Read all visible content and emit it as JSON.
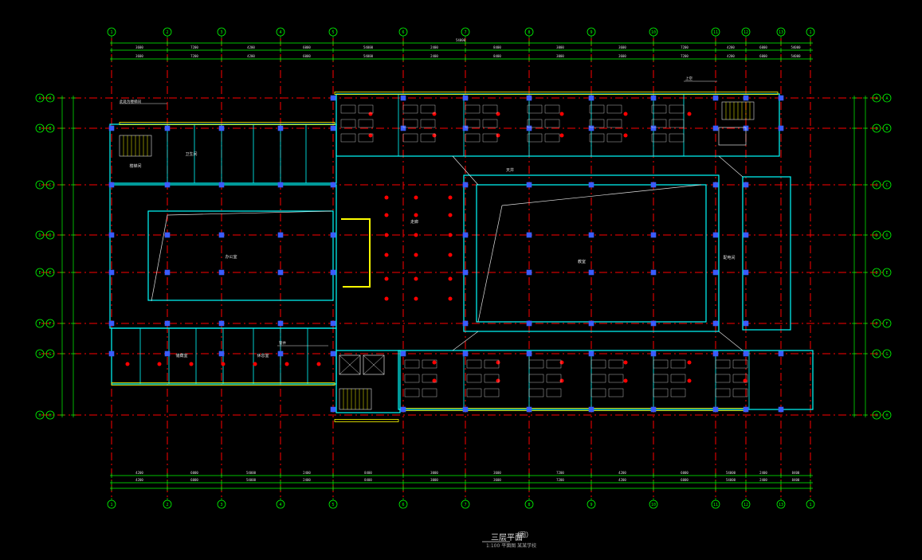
{
  "drawing": {
    "title": "三层平面",
    "title_suffix": "（图）",
    "subtitle": "1:100 平面图 某某学校",
    "colors": {
      "background": "#000000",
      "axis": "#00ff00",
      "axis_line": "#ff0000",
      "wall": "#00ffff",
      "dim": "#00ff00",
      "yellow": "#ffff00",
      "blue": "#3a5cff",
      "red": "#ff0000",
      "white": "#e0e0e0",
      "magenta": "#ff00ff"
    },
    "col_labels": [
      "1",
      "2",
      "3",
      "4",
      "5",
      "6",
      "7",
      "8",
      "9",
      "10",
      "11",
      "12",
      "13"
    ],
    "row_labels": [
      "A",
      "B",
      "C",
      "D",
      "E",
      "F",
      "G",
      "H"
    ],
    "room_labels": [
      "办公室",
      "教室",
      "卫生间",
      "楼梯间",
      "走廊",
      "天井",
      "配电间",
      "储藏室",
      "休息室"
    ],
    "dim_text": [
      "3600",
      "7200",
      "4200",
      "6000",
      "54000",
      "2400",
      "8400",
      "3000"
    ],
    "notes": [
      "此处为楼梯间",
      "上空",
      "管井"
    ]
  }
}
